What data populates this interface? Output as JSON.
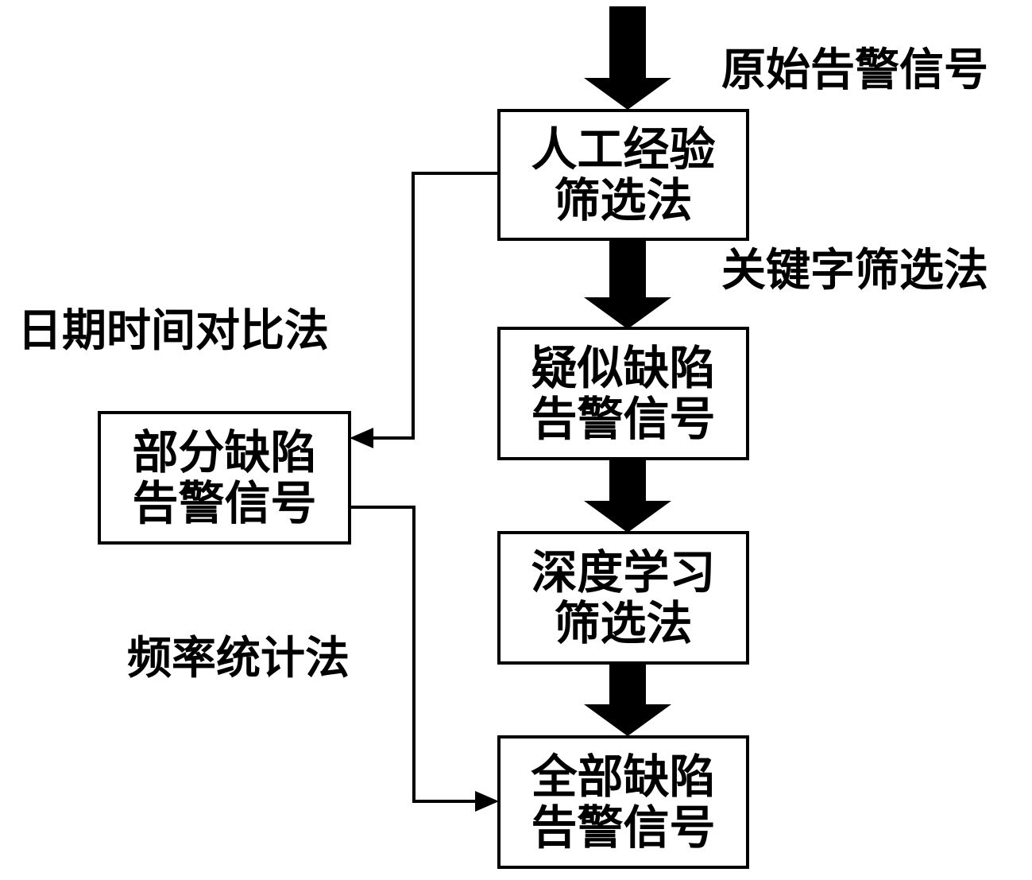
{
  "nodes": {
    "manual": {
      "line1": "人工经验",
      "line2": "筛选法"
    },
    "suspect": {
      "line1": "疑似缺陷",
      "line2": "告警信号"
    },
    "deep": {
      "line1": "深度学习",
      "line2": "筛选法"
    },
    "all": {
      "line1": "全部缺陷",
      "line2": "告警信号"
    },
    "partial": {
      "line1": "部分缺陷",
      "line2": "告警信号"
    }
  },
  "labels": {
    "raw_signal": "原始告警信号",
    "keyword": "关键字筛选法",
    "datetime": "日期时间对比法",
    "frequency": "频率统计法"
  },
  "colors": {
    "stroke": "#000000",
    "background": "#ffffff"
  }
}
